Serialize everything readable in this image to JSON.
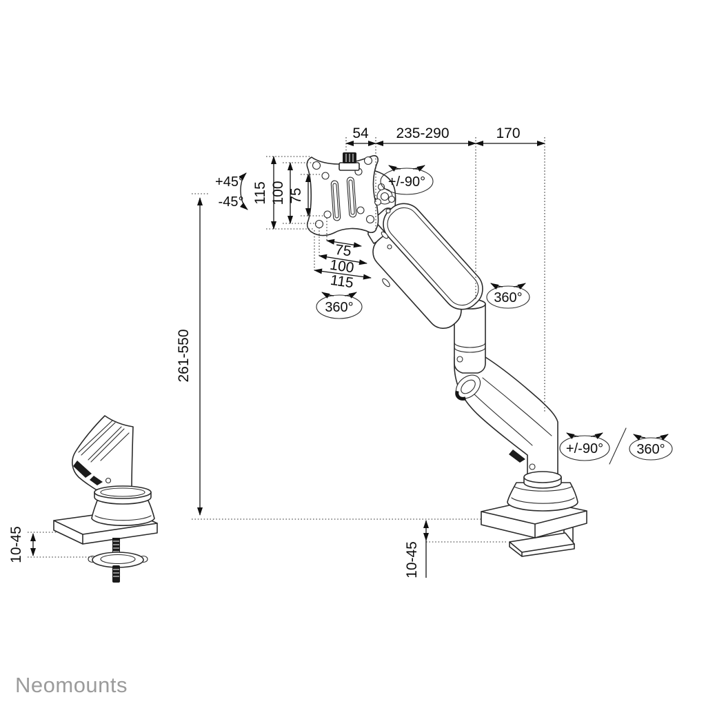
{
  "drawing": {
    "title": "monitor desk mount technical drawing",
    "brand": {
      "logo_text": "Neomounts"
    },
    "colors": {
      "background": "#ffffff",
      "line": "#2a2a2a",
      "dimension": "#101010",
      "logo_gray": "#9b9b9b"
    },
    "dimensions": {
      "top_vesa_offset": "54",
      "top_arm_reach": "235-290",
      "top_base_offset": "170",
      "tilt_up": "+45°",
      "tilt_down": "-45°",
      "vesa_height_115": "115",
      "vesa_height_100": "100",
      "vesa_height_75": "75",
      "vesa_width_75": "75",
      "vesa_width_100": "100",
      "vesa_width_115": "115",
      "height_range": "261-550",
      "grommet_desk_thickness": "10-45",
      "clamp_desk_thickness": "10-45"
    },
    "rotations": {
      "vesa_swivel": "+/-90°",
      "arm_rotation_left": "360°",
      "arm_rotation_right": "360°",
      "base_swivel": "+/-90°",
      "base_rotation": "360°"
    }
  }
}
